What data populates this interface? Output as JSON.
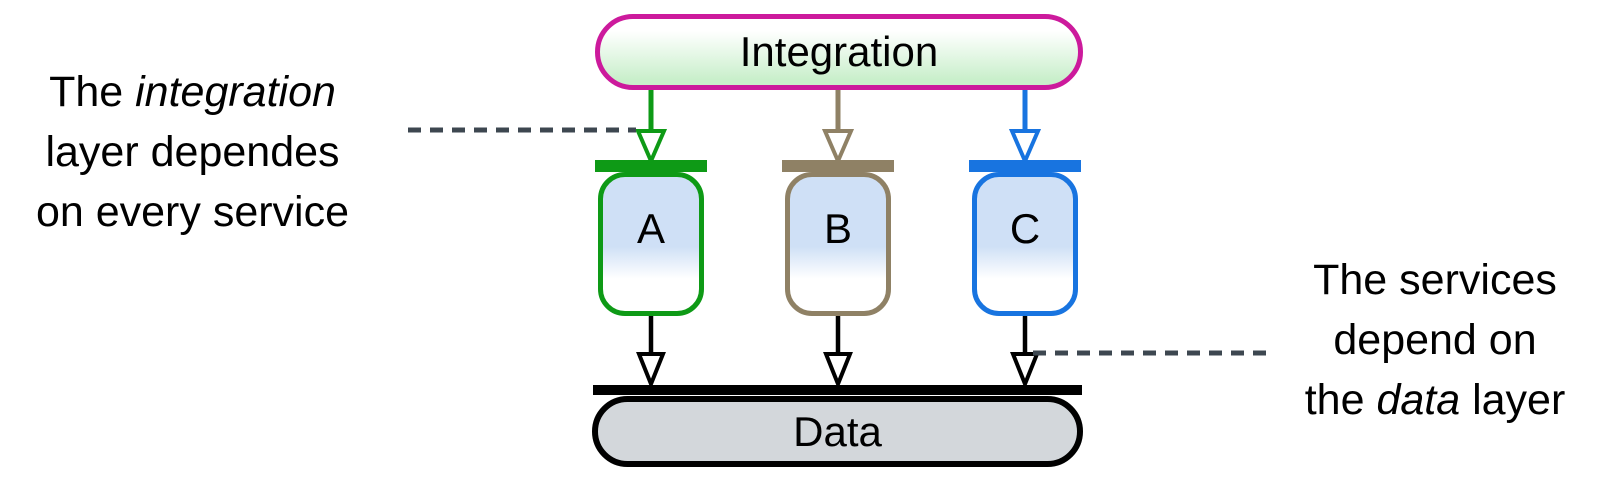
{
  "diagram": {
    "integration": {
      "label": "Integration"
    },
    "services": [
      {
        "label": "A"
      },
      {
        "label": "B"
      },
      {
        "label": "C"
      }
    ],
    "data_layer": {
      "label": "Data"
    },
    "annotations": {
      "left": {
        "line1_pre": "The ",
        "line1_italic": "integration",
        "line2": "layer dependes",
        "line3": "on every service"
      },
      "right": {
        "line1": "The services",
        "line2": "depend on",
        "line3_pre": "the ",
        "line3_italic": "data",
        "line3_post": " layer"
      }
    }
  },
  "colors": {
    "integration_border": "#cc1a9c",
    "integration_fill": "#c9efcb",
    "service_a": "#0e9a16",
    "service_b": "#8f8165",
    "service_c": "#1874e0",
    "service_fill": "#cfe0f6",
    "data_border": "#000000",
    "data_fill": "#d3d7db",
    "arrow_black": "#000000",
    "arrowhead_fill": "#ffffff",
    "dashed_line": "#3d4750"
  }
}
